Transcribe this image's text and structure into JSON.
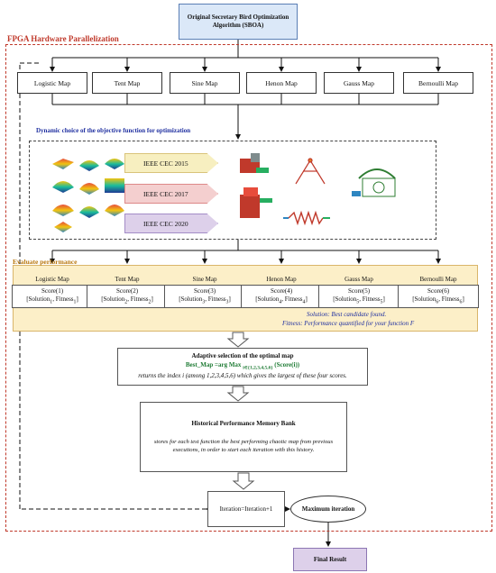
{
  "start": {
    "line1": "Original Secretary Bird Optimization",
    "line2": "Algorithm (SBOA)"
  },
  "fpga": {
    "title": "FPGA Hardware Parallelization"
  },
  "maps": [
    "Logistic Map",
    "Tent Map",
    "Sine Map",
    "Henon Map",
    "Gauss Map",
    "Bernoulli Map"
  ],
  "dynamic": {
    "title": "Dynamic choice of the objective function for optimization",
    "benchmarks": [
      "IEEE CEC 2015",
      "IEEE CEC 2017",
      "IEEE CEC 2020"
    ]
  },
  "evaluate": {
    "title": "Evaluate performance",
    "scores": [
      {
        "map": "Logistic Map",
        "score": "Score(1)",
        "pair_a": "[Solution",
        "sub": "1",
        "pair_b": ", Fitness",
        "sub2": "1",
        "close": "]"
      },
      {
        "map": "Tent Map",
        "score": "Score(2)",
        "pair_a": "[Solution",
        "sub": "2",
        "pair_b": ", Fitness",
        "sub2": "2",
        "close": "]"
      },
      {
        "map": "Sine Map",
        "score": "Score(3)",
        "pair_a": "[Solution",
        "sub": "3",
        "pair_b": ", Fitness",
        "sub2": "3",
        "close": "]"
      },
      {
        "map": "Henon Map",
        "score": "Score(4)",
        "pair_a": "[Solution",
        "sub": "4",
        "pair_b": ", Fitness",
        "sub2": "4",
        "close": "]"
      },
      {
        "map": "Gauss Map",
        "score": "Score(5)",
        "pair_a": "[Solution",
        "sub": "5",
        "pair_b": ", Fitness",
        "sub2": "5",
        "close": "]"
      },
      {
        "map": "Bernoulli Map",
        "score": "Score(6)",
        "pair_a": "[Solution",
        "sub": "6",
        "pair_b": ", Fitness",
        "sub2": "6",
        "close": "]"
      }
    ],
    "note1": "Solution: Best candidate found.",
    "note2": "Fitness: Performance quantified for your function F"
  },
  "adaptive": {
    "title": "Adaptive selection of the optimal map",
    "formula_a": "Best_Map =arg Max",
    "formula_sub": "i∈{1,2,3,4,5,6}",
    "formula_b": "(Score(i))",
    "desc": "returns the index i (among 1,2,3,4,5,6) which gives the largest of these four scores."
  },
  "memory": {
    "title": "Historical Performance Memory Bank",
    "desc": "stores for each test function the best performing chaotic map from previous executions, in order to start each iteration with this history."
  },
  "iteration": {
    "label": "Iteration=Iteration+1"
  },
  "max_iteration": {
    "label": "Maximum iteration"
  },
  "final": {
    "label": "Final Result"
  },
  "colors": {
    "fpga_border": "#c0392b",
    "start_fill": "#dbe8f8",
    "perf_fill": "#fcefc8",
    "final_fill": "#ddd0ea",
    "cec2015": "#f7efc0",
    "cec2017": "#f4cfcf",
    "cec2020": "#ddd0ea"
  }
}
